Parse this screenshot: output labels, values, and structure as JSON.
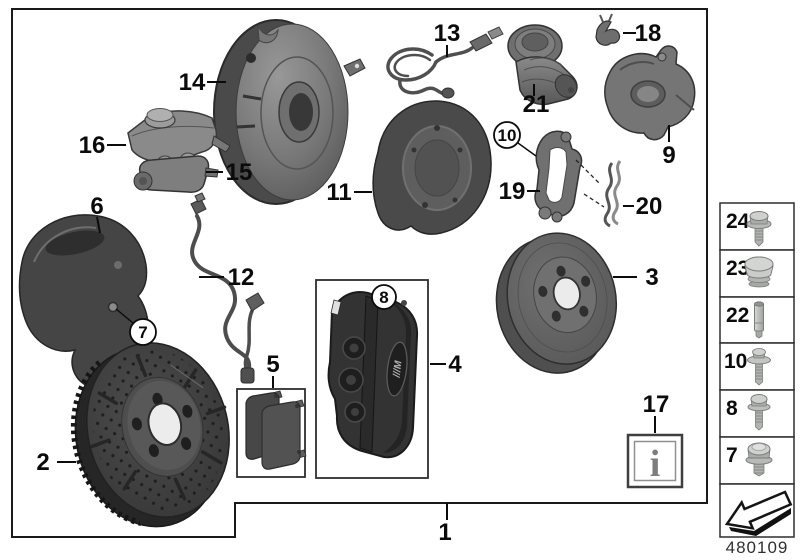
{
  "figure_number": "480109",
  "info_glyph": "i",
  "caliper_badge": "///M",
  "callouts": {
    "1": "1",
    "2": "2",
    "3": "3",
    "4": "4",
    "5": "5",
    "6": "6",
    "7": "7",
    "8": "8",
    "9": "9",
    "10": "10",
    "11": "11",
    "12": "12",
    "13": "13",
    "14": "14",
    "15": "15",
    "16": "16",
    "17": "17",
    "18": "18",
    "19": "19",
    "20": "20",
    "21": "21"
  },
  "sidebar": {
    "items": [
      {
        "number": "24",
        "icon": "hex-flange-screw-icon"
      },
      {
        "number": "23",
        "icon": "sealing-plug-icon"
      },
      {
        "number": "22",
        "icon": "guide-pin-icon"
      },
      {
        "number": "10",
        "icon": "washer-screw-icon"
      },
      {
        "number": "8",
        "icon": "flange-screw-icon"
      },
      {
        "number": "7",
        "icon": "hex-washer-screw-icon"
      }
    ],
    "footer_icon": "direction-arrow-icon"
  },
  "colors": {
    "frame": "#1a1a1a",
    "part_dark": "#333333",
    "part_mid": "#6e6e6e",
    "fastener_light": "#c9ccc9"
  }
}
